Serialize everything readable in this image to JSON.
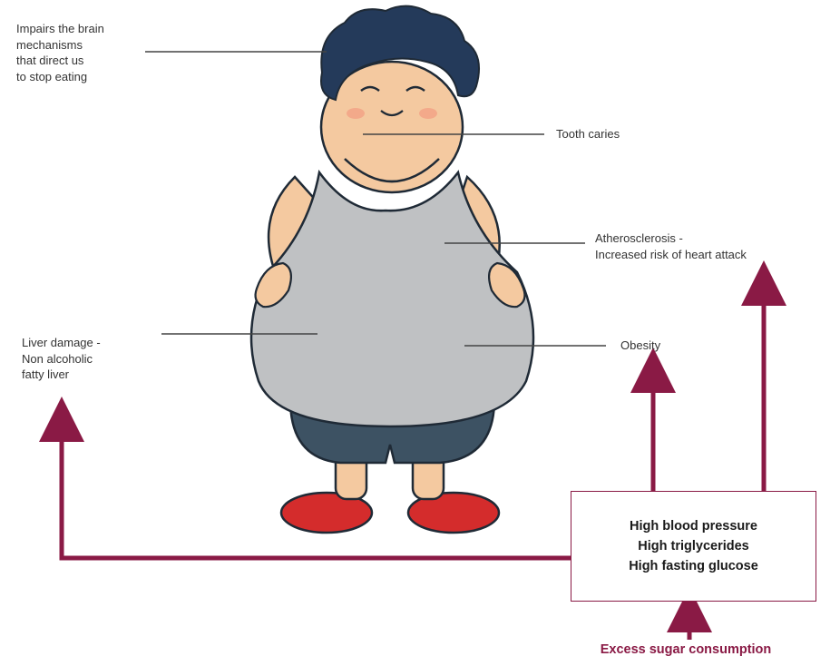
{
  "labels": {
    "brain": "Impairs the brain\nmechanisms\nthat direct us\nto stop eating",
    "tooth": "Tooth caries",
    "athero": "Atherosclerosis -\nIncreased risk of heart attack",
    "liver": "Liver damage -\nNon alcoholic\nfatty liver",
    "obesity": "Obesity"
  },
  "box": {
    "line1": "High blood pressure",
    "line2": "High triglycerides",
    "line3": "High fasting glucose"
  },
  "source": "Excess sugar consumption",
  "colors": {
    "accent": "#8a1a45",
    "skin": "#f4c9a0",
    "shirt": "#bfc1c3",
    "shorts": "#3d5263",
    "hair": "#243a5a",
    "shoes": "#d42c2c"
  }
}
